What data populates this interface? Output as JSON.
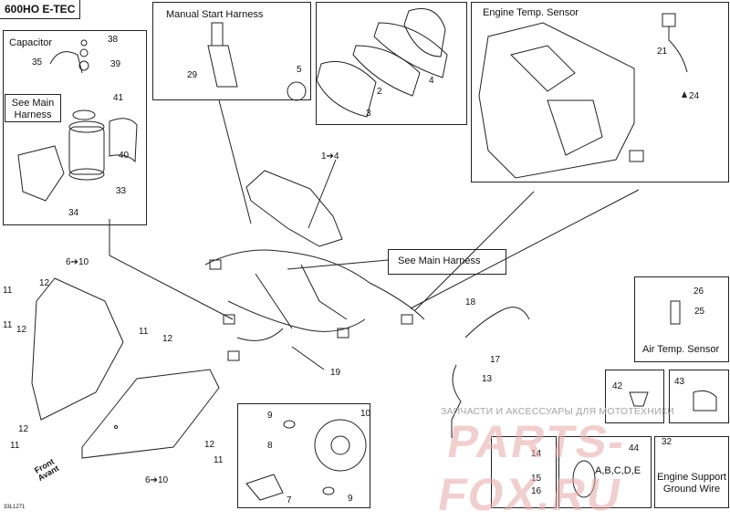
{
  "title": "600HO E-TEC",
  "boxes": {
    "capacitor": "Capacitor",
    "manual_start": "Manual Start Harness",
    "engine_temp": "Engine Temp. Sensor",
    "see_main_1": "See Main Harness",
    "see_main_2": "See Main Harness",
    "air_temp": "Air Temp. Sensor",
    "engine_support": "Engine Support Ground Wire",
    "variants": "A,B,C,D,E"
  },
  "parts": [
    "1",
    "2",
    "3",
    "4",
    "5",
    "6",
    "7",
    "8",
    "9",
    "10",
    "11",
    "12",
    "13",
    "14",
    "15",
    "16",
    "17",
    "18",
    "19",
    "21",
    "24",
    "25",
    "26",
    "29",
    "32",
    "33",
    "34",
    "35",
    "38",
    "39",
    "40",
    "41",
    "42",
    "43",
    "44"
  ],
  "callouts": {
    "c1to4": "1➔4",
    "c6to10a": "6➔10",
    "c6to10b": "6➔10",
    "c2": "2",
    "c3": "3",
    "c4": "4",
    "c5": "5",
    "c7": "7",
    "c8": "8",
    "c9a": "9",
    "c9b": "9",
    "c10": "10",
    "c11a": "11",
    "c11b": "11",
    "c11c": "11",
    "c11d": "11",
    "c11e": "11",
    "c12a": "12",
    "c12b": "12",
    "c12c": "12",
    "c12d": "12",
    "c12e": "12",
    "c13": "13",
    "c14": "14",
    "c15": "15",
    "c16": "16",
    "c17": "17",
    "c18": "18",
    "c19": "19",
    "c21": "21",
    "c24": "24",
    "c25": "25",
    "c26": "26",
    "c29": "29",
    "c32": "32",
    "c33": "33",
    "c34": "34",
    "c35": "35",
    "c38": "38",
    "c39": "39",
    "c40": "40",
    "c41": "41",
    "c42": "42",
    "c43": "43",
    "c44": "44"
  },
  "front_label": "Front Avant",
  "doc_code": "33L1271",
  "watermark": {
    "line1": "ЗАПЧАСТИ И АКСЕССУАРЫ ДЛЯ МОТОТЕХНИКИ",
    "line2": "PARTS-FOX.RU"
  },
  "colors": {
    "line": "#222222",
    "watermark": "#e6a9a9"
  }
}
